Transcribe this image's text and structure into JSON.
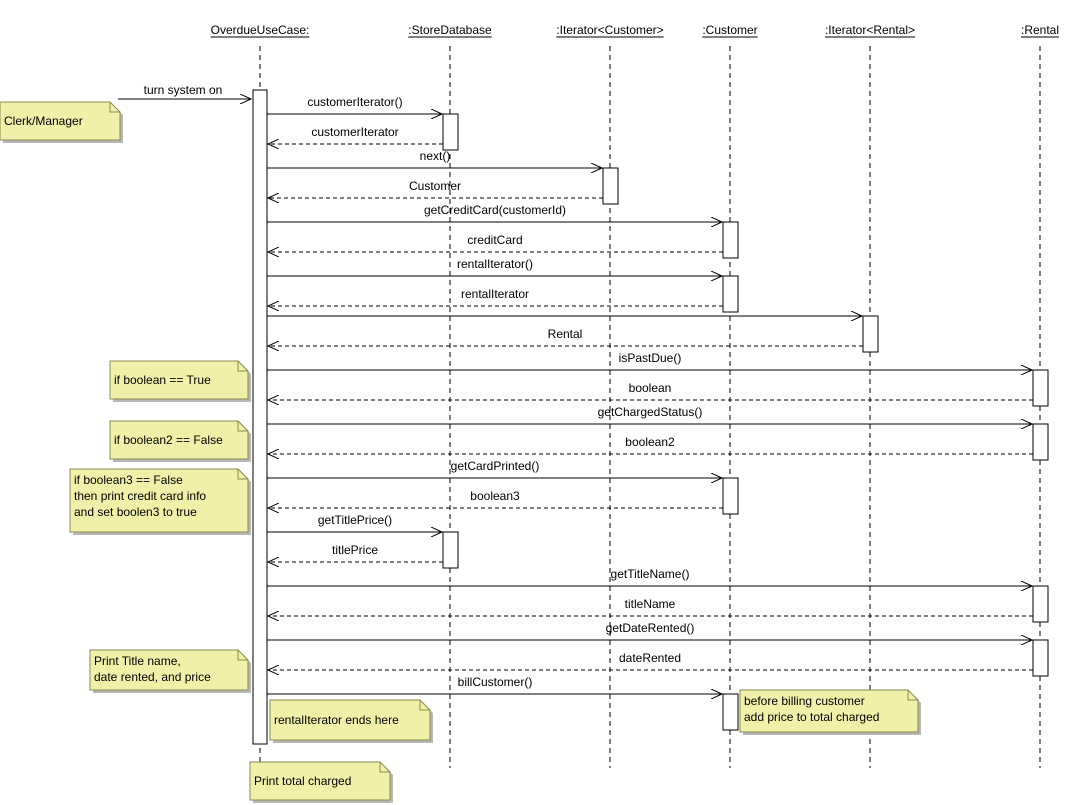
{
  "lifelines": [
    {
      "id": "overdue",
      "name": "OverdueUseCase:"
    },
    {
      "id": "store",
      "name": ":StoreDatabase"
    },
    {
      "id": "iterCust",
      "name": ":Iterator<Customer>"
    },
    {
      "id": "cust",
      "name": ":Customer"
    },
    {
      "id": "iterRent",
      "name": ":Iterator<Rental>"
    },
    {
      "id": "rental",
      "name": ":Rental"
    }
  ],
  "actor_note": "Clerk/Manager",
  "trigger_message": "turn system on",
  "messages": [
    {
      "to": "store",
      "call": "customerIterator()",
      "ret": "customerIterator"
    },
    {
      "to": "iterCust",
      "call": "next()",
      "ret": "Customer"
    },
    {
      "to": "cust",
      "call": "getCreditCard(customerId)",
      "ret": "creditCard"
    },
    {
      "to": "cust",
      "call": "rentalIterator()",
      "ret": "rentalIterator"
    },
    {
      "to": "iterRent",
      "call": "",
      "ret": "Rental"
    },
    {
      "to": "rental",
      "call": "isPastDue()",
      "ret": "boolean"
    },
    {
      "to": "rental",
      "call": "getChargedStatus()",
      "ret": "boolean2"
    },
    {
      "to": "cust",
      "call": "getCardPrinted()",
      "ret": "boolean3"
    },
    {
      "to": "store",
      "call": "getTitlePrice()",
      "ret": "titlePrice"
    },
    {
      "to": "rental",
      "call": "getTitleName()",
      "ret": "titleName"
    },
    {
      "to": "rental",
      "call": "getDateRented()",
      "ret": "dateRented"
    },
    {
      "to": "cust",
      "call": "billCustomer()",
      "ret": ""
    }
  ],
  "notes": {
    "if_boolean": [
      "if boolean == True"
    ],
    "if_boolean2": [
      "if boolean2 == False"
    ],
    "if_boolean3": [
      "if boolean3 == False",
      "then print credit card info",
      "and set boolen3 to true"
    ],
    "print_title": [
      "Print Title name,",
      "date rented, and price"
    ],
    "before_billing": [
      "before billing customer",
      "add price to total charged"
    ],
    "rental_ends": [
      "rentalIterator ends here"
    ],
    "print_total": [
      "Print total charged"
    ]
  },
  "colors": {
    "note_fill": "#f0f0a8",
    "note_stroke": "#8a8a55",
    "note_shadow": "#b8b8b8",
    "line": "#000000",
    "box_fill": "#ffffff"
  }
}
